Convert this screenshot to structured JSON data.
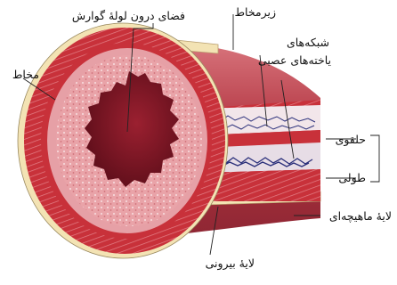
{
  "labels": {
    "lumen": "فضای درون لولهٔ گوارش",
    "submucosa": "زیرمخاط",
    "nerve_networks_line1": "شبکه‌های",
    "nerve_networks_line2": "یاخته‌های عصبی",
    "mucosa": "مخاط",
    "circular": "حلقوی",
    "longitudinal": "طولی",
    "muscle_layer": "لایهٔ ماهیچه‌ای",
    "outer_layer": "لایهٔ بیرونی"
  },
  "colors": {
    "outer_layer": "#f3e3b4",
    "muscle_red": "#c8313a",
    "muscle_light": "#e07078",
    "submucosa": "#e6a0a6",
    "mucosa": "#e8969c",
    "lumen": "#7a1422",
    "nerve_blue": "#2a2f7a",
    "tube_body": "#b9404a"
  }
}
